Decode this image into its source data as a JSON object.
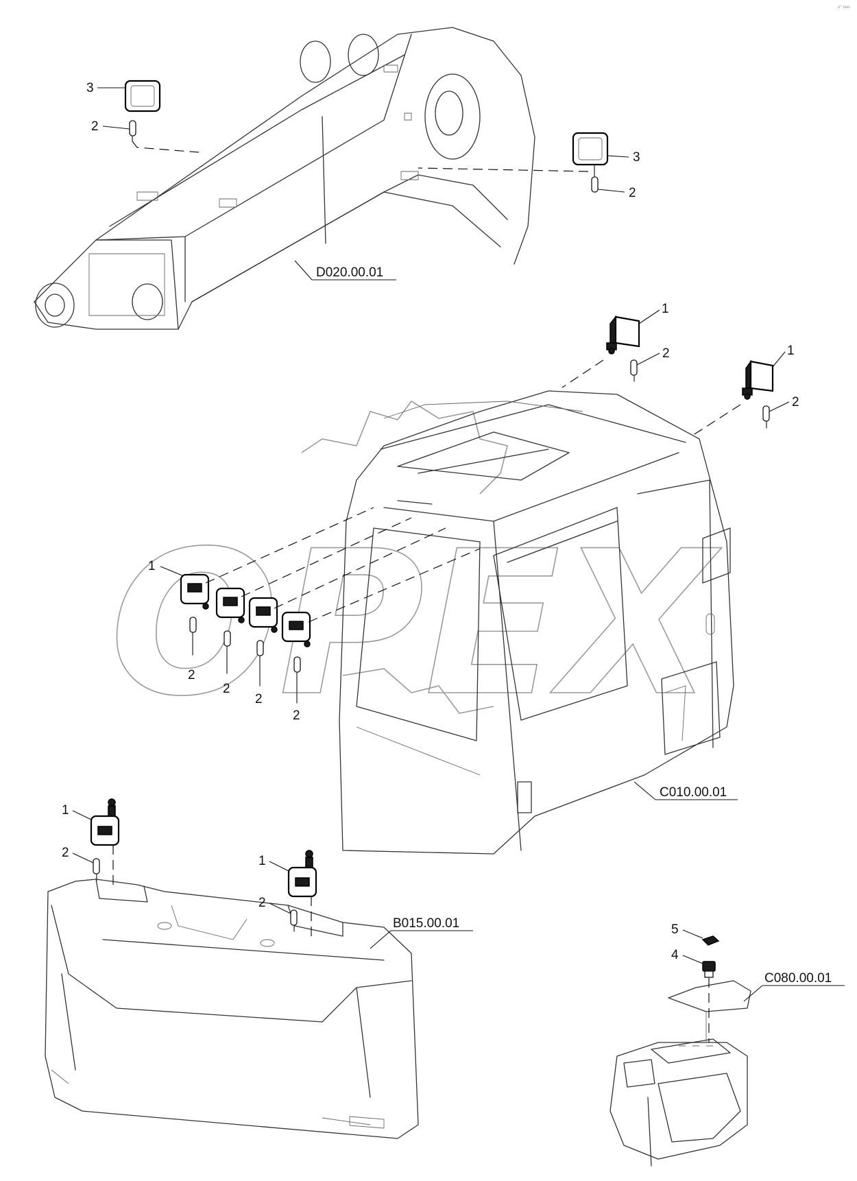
{
  "watermark": {
    "text": "OPEX"
  },
  "corner_mark": "o° ooo",
  "reference_labels": {
    "boom": "D020.00.01",
    "cab": "C010.00.01",
    "counterweight": "B015.00.01",
    "console": "C080.00.01"
  },
  "callouts": {
    "boom_lamp_left": "3",
    "boom_bulb_left": "2",
    "boom_lamp_right": "3",
    "boom_bulb_right": "2",
    "roof_lamp_a": "1",
    "roof_bulb_a": "2",
    "roof_lamp_b": "1",
    "roof_bulb_b": "2",
    "front_lamp": "1",
    "front_bulb_1": "2",
    "front_bulb_2": "2",
    "front_bulb_3": "2",
    "front_bulb_4": "2",
    "rear_lamp_left": "1",
    "rear_bulb_left": "2",
    "rear_lamp_right": "1",
    "rear_bulb_right": "2",
    "switch_cap": "5",
    "switch_body": "4"
  }
}
